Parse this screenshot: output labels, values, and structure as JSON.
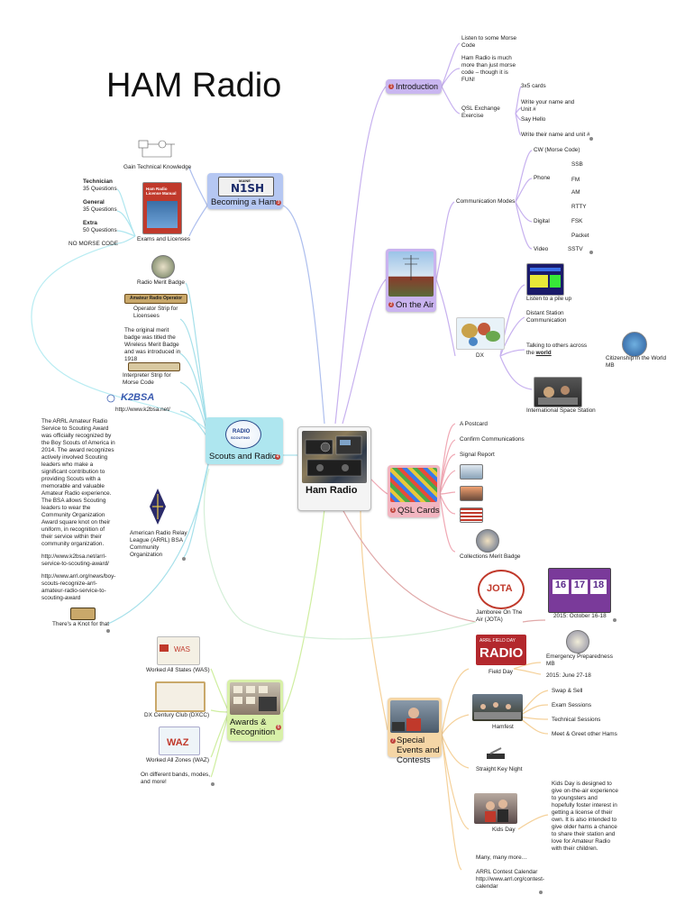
{
  "title": "HAM Radio",
  "center": {
    "label": "Ham Radio"
  },
  "introduction": {
    "label": "Introduction",
    "items": [
      "Listen to some Morse Code",
      "Ham Radio is much more than just morse code – though it is FUN!",
      "QSL Exchange Exercise",
      "3x5 cards",
      "Write your name and Unit #",
      "Say Hello",
      "Write their name and unit #"
    ]
  },
  "on_the_air": {
    "label": "On the Air",
    "communication_modes": "Communication Modes",
    "cw": "CW (Morse Code)",
    "phone": "Phone",
    "ssb": "SSB",
    "fm": "FM",
    "am": "AM",
    "digital": "Digital",
    "rtty": "RTTY",
    "fsk": "FSK",
    "packet": "Packet",
    "video": "Video",
    "sstv": "SSTV",
    "dx": "DX",
    "pile_up": "Listen to a pile up",
    "distant": "Distant Station Communication",
    "talking_a": "Talking to others across the ",
    "talking_b": "world",
    "citizenship": "Citizenship in the World MB",
    "iss": "International Space Station"
  },
  "becoming": {
    "label": "Becoming a Ham",
    "plate": "N1SH",
    "plate_state": "MAINE",
    "manual": "Ham Radio License Manual",
    "gain": "Gain Technical Knowledge",
    "technician": "Technician",
    "technician_q": "35 Questions",
    "general": "General",
    "general_q": "35 Questions",
    "extra": "Extra",
    "extra_q": "50 Questions",
    "exams": "Exams and Licenses",
    "no_morse": "NO MORSE CODE"
  },
  "scouts": {
    "label": "Scouts and Radio",
    "logo_a": "RADIO",
    "logo_b": "SCOUTING",
    "merit_badge": "Radio Merit Badge",
    "strip_text": "Amateur Radio Operator",
    "operator_strip": "Operator Strip for Licensees",
    "original_badge": "The original merit badge was titled the Wireless Merit Badge and was introduced in 1918",
    "interpreter": "Interpreter Strip for Morse Code",
    "k2bsa_logo": "K2BSA",
    "k2bsa_url": "http://www.k2bsa.net/",
    "arrl_award": "The ARRL Amateur Radio Service to Scouting Award was officially recognized by the Boy Scouts of America in 2014. The award recognizes actively involved Scouting leaders who make a significant contribution to providing Scouts with a memorable and valuable Amateur Radio experience. The BSA allows Scouting leaders to wear the Community Organization Award square knot on their uniform, in recognition of their service within their community organization.",
    "arrl_url1": "http://www.k2bsa.net/arrl-service-to-scouting-award/",
    "arrl_url2": "http://www.arrl.org/news/boy-scouts-recognize-arrl-amateur-radio-service-to-scouting-award",
    "arrl_org": "American Radio Relay League (ARRL) BSA Community Organization",
    "knot": "There's a Knot for that"
  },
  "qsl": {
    "label": "QSL Cards",
    "items": [
      "A Postcard",
      "Confirm Communications",
      "Signal Report"
    ],
    "collections": "Collections Merit Badge"
  },
  "jota": {
    "label": "Jamboree On The Air (JOTA)",
    "logo": "JOTA",
    "dates": "2015: October 16-18",
    "days": [
      "16",
      "17",
      "18"
    ]
  },
  "awards": {
    "label": "Awards & Recognition",
    "was": "Worked All States (WAS)",
    "dxcc": "DX Century Club (DXCC)",
    "waz": "Worked All Zones (WAZ)",
    "bands": "On different bands, modes, and more!"
  },
  "special": {
    "label": "Special Events and Contests",
    "field_day_logo_a": "ARRL FIELD DAY",
    "field_day_logo_b": "RADIO",
    "field_day": "Field Day",
    "emergency": "Emergency Preparedness MB",
    "field_dates": "2015: June 27-18",
    "hamfest": "Hamfest",
    "swap": "Swap & Sell",
    "exam_sessions": "Exam Sessions",
    "technical": "Technical Sessions",
    "meet": "Meet & Greet other Hams",
    "straight_key": "Straight Key Night",
    "kids_day": "Kids Day",
    "kids_desc": "Kids Day is designed to give on-the-air experience to youngsters and hopefully foster interest in getting a license of their own. It is also intended to give older hams a chance to share their station and love for Amateur Radio with their children.",
    "many": "Many, many more…",
    "calendar": "ARRL Contest Calendar http://www.arrl.org/contest-calendar"
  },
  "colors": {
    "introduction": "#c9b6f0",
    "on_the_air": "#c9b3ef",
    "becoming": "#b5c7f2",
    "scouts": "#aee6ef",
    "qsl": "#f2b5c0",
    "awards": "#d8f0a8",
    "special": "#f5d6a6"
  }
}
